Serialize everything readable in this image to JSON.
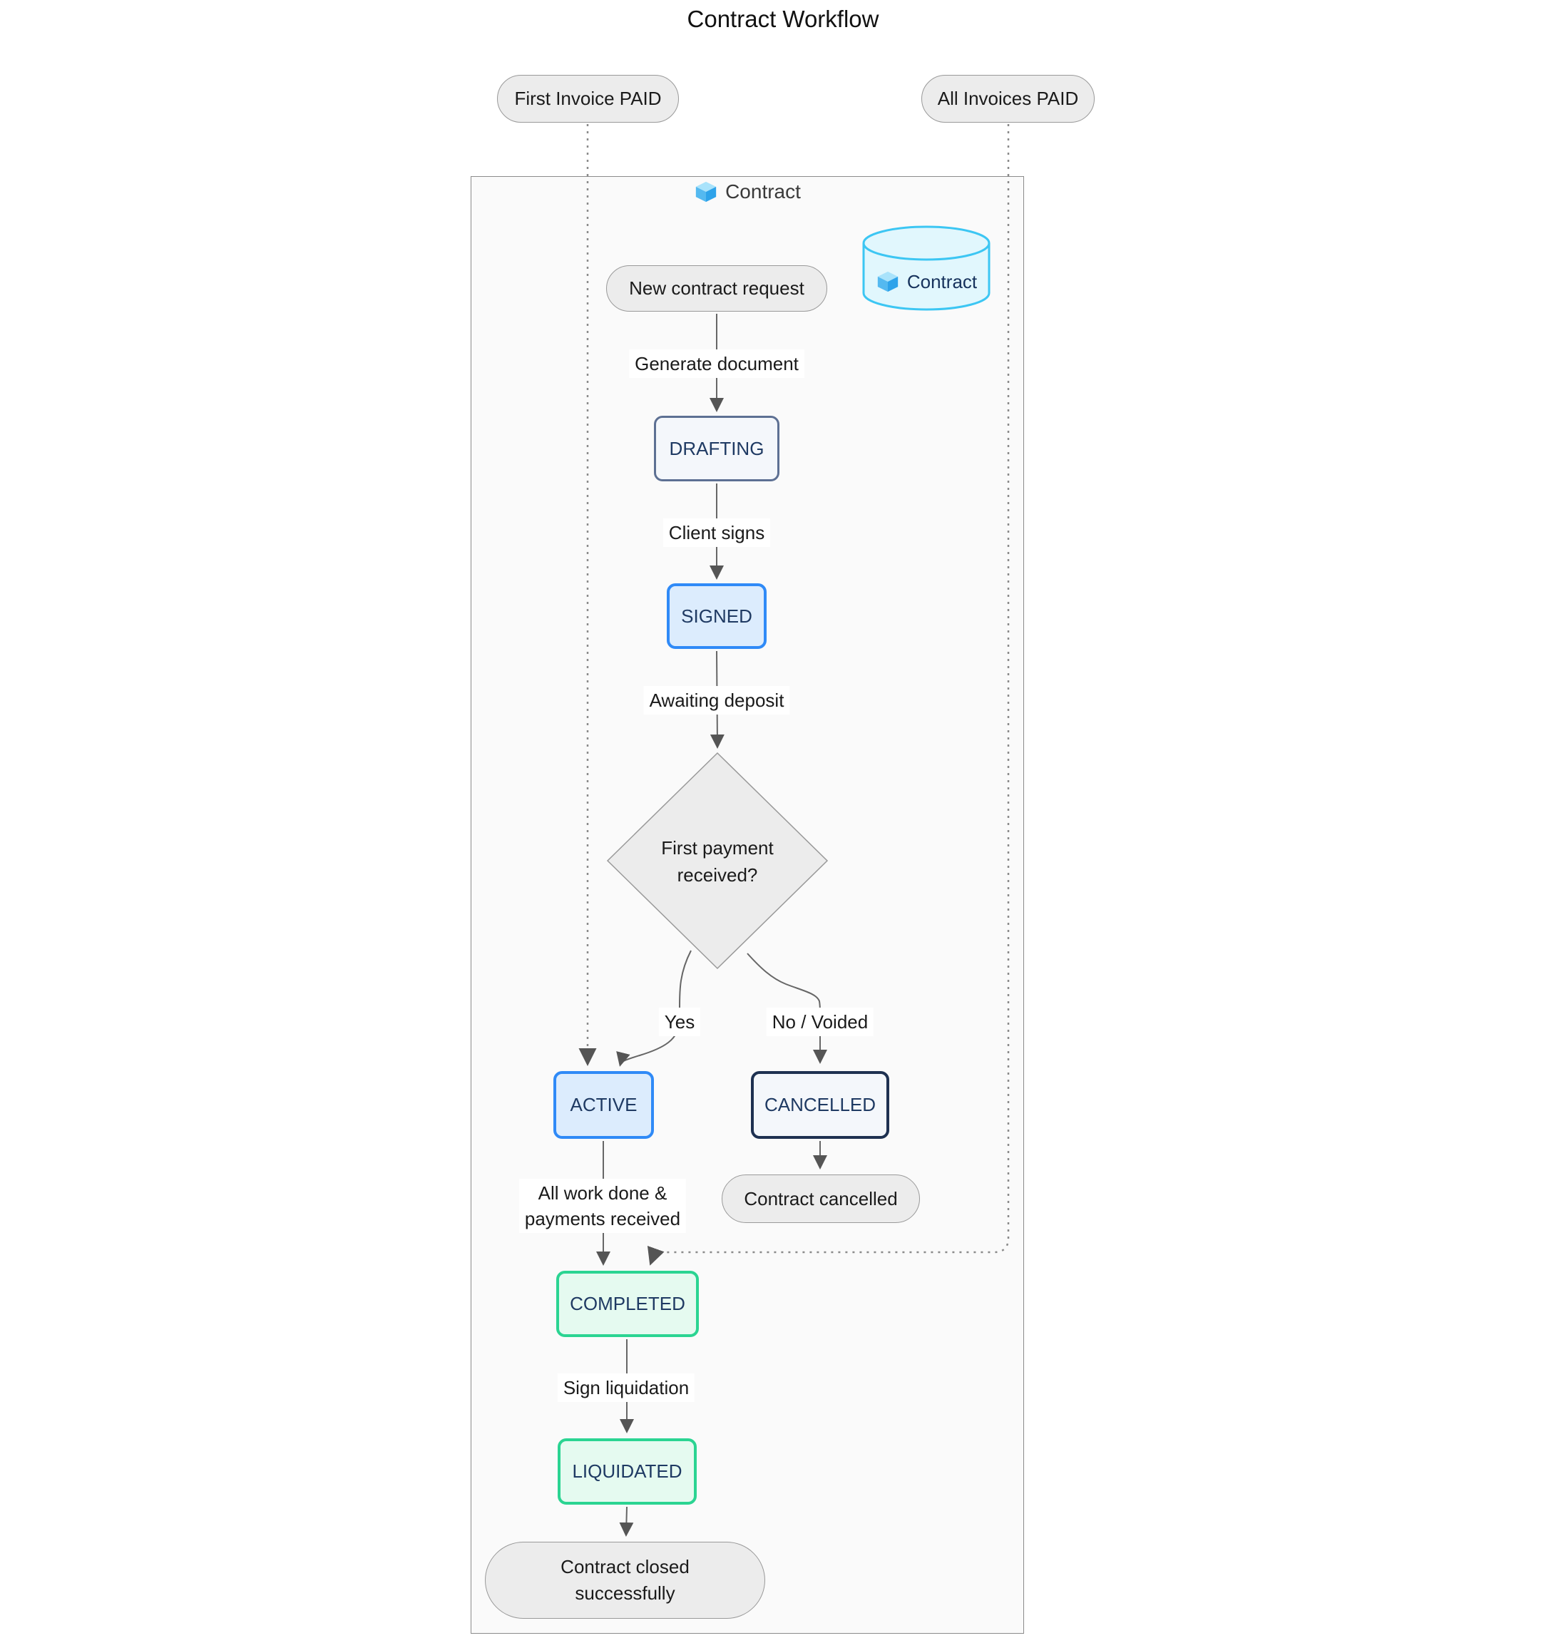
{
  "title": "Contract Workflow",
  "top_nodes": {
    "first_invoice": "First Invoice PAID",
    "all_invoices": "All Invoices PAID"
  },
  "subgraph": {
    "label": "Contract",
    "icon": "cube-icon"
  },
  "database": {
    "label": "Contract",
    "icon": "cube-icon"
  },
  "nodes": {
    "new_request": "New contract request",
    "drafting": "DRAFTING",
    "signed": "SIGNED",
    "decision_line1": "First payment",
    "decision_line2": "received?",
    "active": "ACTIVE",
    "cancelled": "CANCELLED",
    "contract_cancelled": "Contract cancelled",
    "completed": "COMPLETED",
    "liquidated": "LIQUIDATED",
    "closed_line1": "Contract closed",
    "closed_line2": "successfully"
  },
  "edge_labels": {
    "generate_document": "Generate document",
    "client_signs": "Client signs",
    "awaiting_deposit": "Awaiting deposit",
    "yes": "Yes",
    "no_voided": "No / Voided",
    "all_work_line1": "All work done &",
    "all_work_line2": "payments received",
    "sign_liquidation": "Sign liquidation"
  },
  "colors": {
    "state_default_fill": "#f4f7fb",
    "state_default_stroke": "#5d7093",
    "state_text": "#1f3a63",
    "blue_fill": "#dcecfd",
    "blue_stroke": "#2f8af7",
    "dark_stroke": "#1e3151",
    "green_fill": "#e5faf0",
    "green_stroke": "#2bd492",
    "stadium_fill": "#ececec",
    "stadium_stroke": "#999999",
    "cylinder_fill": "#e1f7fd",
    "cylinder_stroke": "#3cc6f3",
    "cylinder_text": "#16325c",
    "edge": "#666666",
    "edge_dotted": "#8a8a8a",
    "arrow": "#555555",
    "subgraph_fill": "#fafafa",
    "subgraph_stroke": "#8b8b8b"
  }
}
